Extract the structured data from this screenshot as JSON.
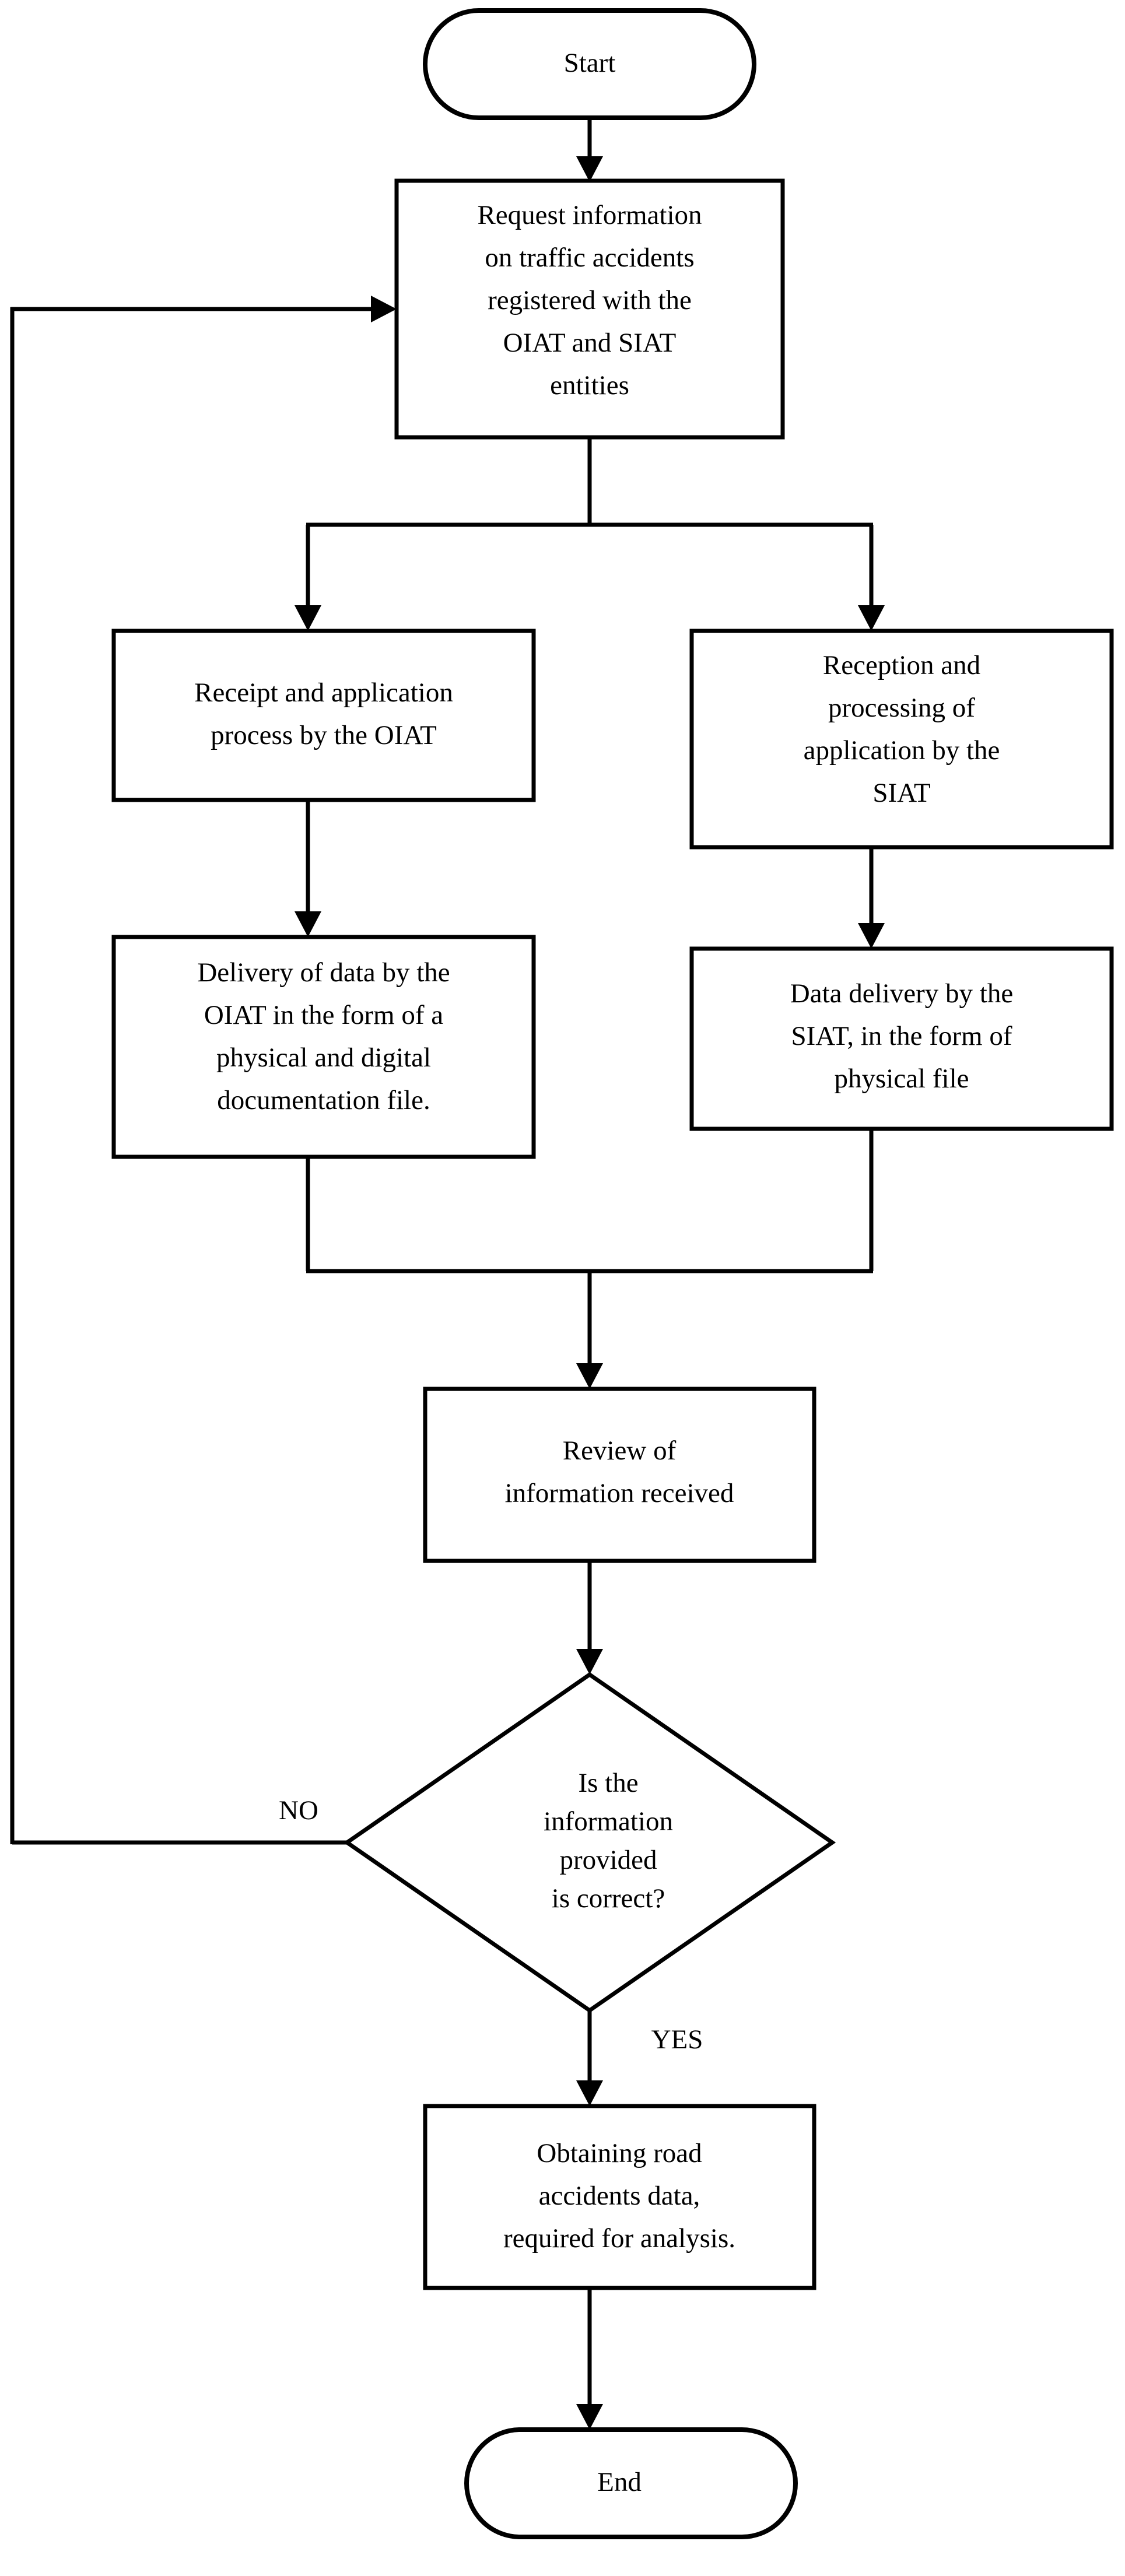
{
  "diagram": {
    "title": "Traffic accident information request process flowchart",
    "type": "flowchart",
    "background_color": "#ffffff",
    "stroke_color": "#000000",
    "fill_color": "#ffffff"
  },
  "nodes": {
    "start": {
      "shape": "terminator",
      "lines": [
        "Start"
      ]
    },
    "request": {
      "shape": "process",
      "lines": [
        "Request information",
        "on traffic accidents",
        "registered with the",
        "OIAT and SIAT",
        "entities"
      ]
    },
    "oiat_receipt": {
      "shape": "process",
      "lines": [
        "Receipt and application",
        "process by the OIAT"
      ]
    },
    "siat_reception": {
      "shape": "process",
      "lines": [
        "Reception and",
        "processing of",
        "application by the",
        "SIAT"
      ]
    },
    "oiat_delivery": {
      "shape": "process",
      "lines": [
        "Delivery of data by the",
        "OIAT in the form of a",
        "physical and digital",
        "documentation file."
      ]
    },
    "siat_delivery": {
      "shape": "process",
      "lines": [
        "Data delivery by the",
        "SIAT, in the form of",
        "physical file"
      ]
    },
    "review": {
      "shape": "process",
      "lines": [
        "Review of",
        "information received"
      ]
    },
    "decision": {
      "shape": "decision",
      "lines": [
        "Is the",
        "information",
        "provided",
        "is correct?"
      ]
    },
    "obtaining": {
      "shape": "process",
      "lines": [
        "Obtaining road",
        "accidents data,",
        "required for analysis."
      ]
    },
    "end": {
      "shape": "terminator",
      "lines": [
        "End"
      ]
    }
  },
  "edge_labels": {
    "no": "NO",
    "yes": "YES"
  }
}
